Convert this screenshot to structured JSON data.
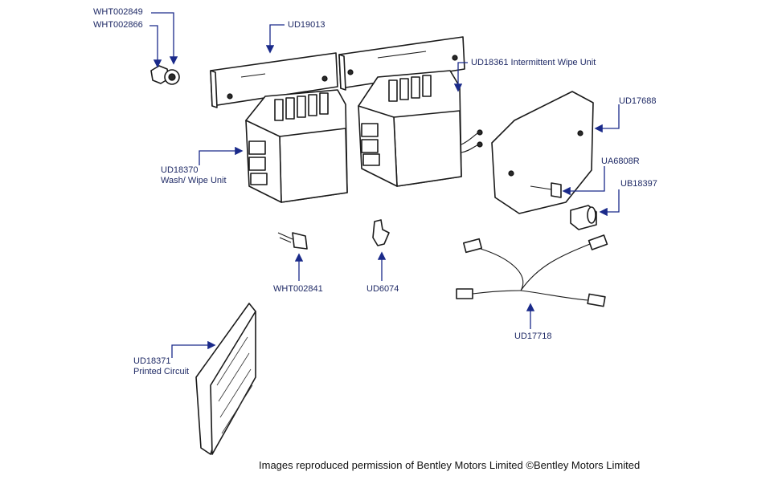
{
  "parts": [
    {
      "id": "wht002849",
      "code": "WHT002849",
      "desc": ""
    },
    {
      "id": "wht002866",
      "code": "WHT002866",
      "desc": ""
    },
    {
      "id": "ud19013",
      "code": "UD19013",
      "desc": ""
    },
    {
      "id": "ud18361",
      "code": "UD18361 Intermittent Wipe Unit",
      "desc": ""
    },
    {
      "id": "ud17688",
      "code": "UD17688",
      "desc": ""
    },
    {
      "id": "ua6808r",
      "code": "UA6808R",
      "desc": ""
    },
    {
      "id": "ub18397",
      "code": "UB18397",
      "desc": ""
    },
    {
      "id": "ud18370",
      "code": "UD18370",
      "desc": "Wash/ Wipe Unit"
    },
    {
      "id": "wht002841",
      "code": "WHT002841",
      "desc": ""
    },
    {
      "id": "ud6074",
      "code": "UD6074",
      "desc": ""
    },
    {
      "id": "ud17718",
      "code": "UD17718",
      "desc": ""
    },
    {
      "id": "ud18371",
      "code": "UD18371",
      "desc": "Printed Circuit"
    }
  ],
  "credit": "Images reproduced permission of Bentley Motors Limited ©Bentley Motors Limited",
  "colors": {
    "leader": "#1a2a8a",
    "label": "#1f2a66",
    "line": "#1a1a1a"
  }
}
